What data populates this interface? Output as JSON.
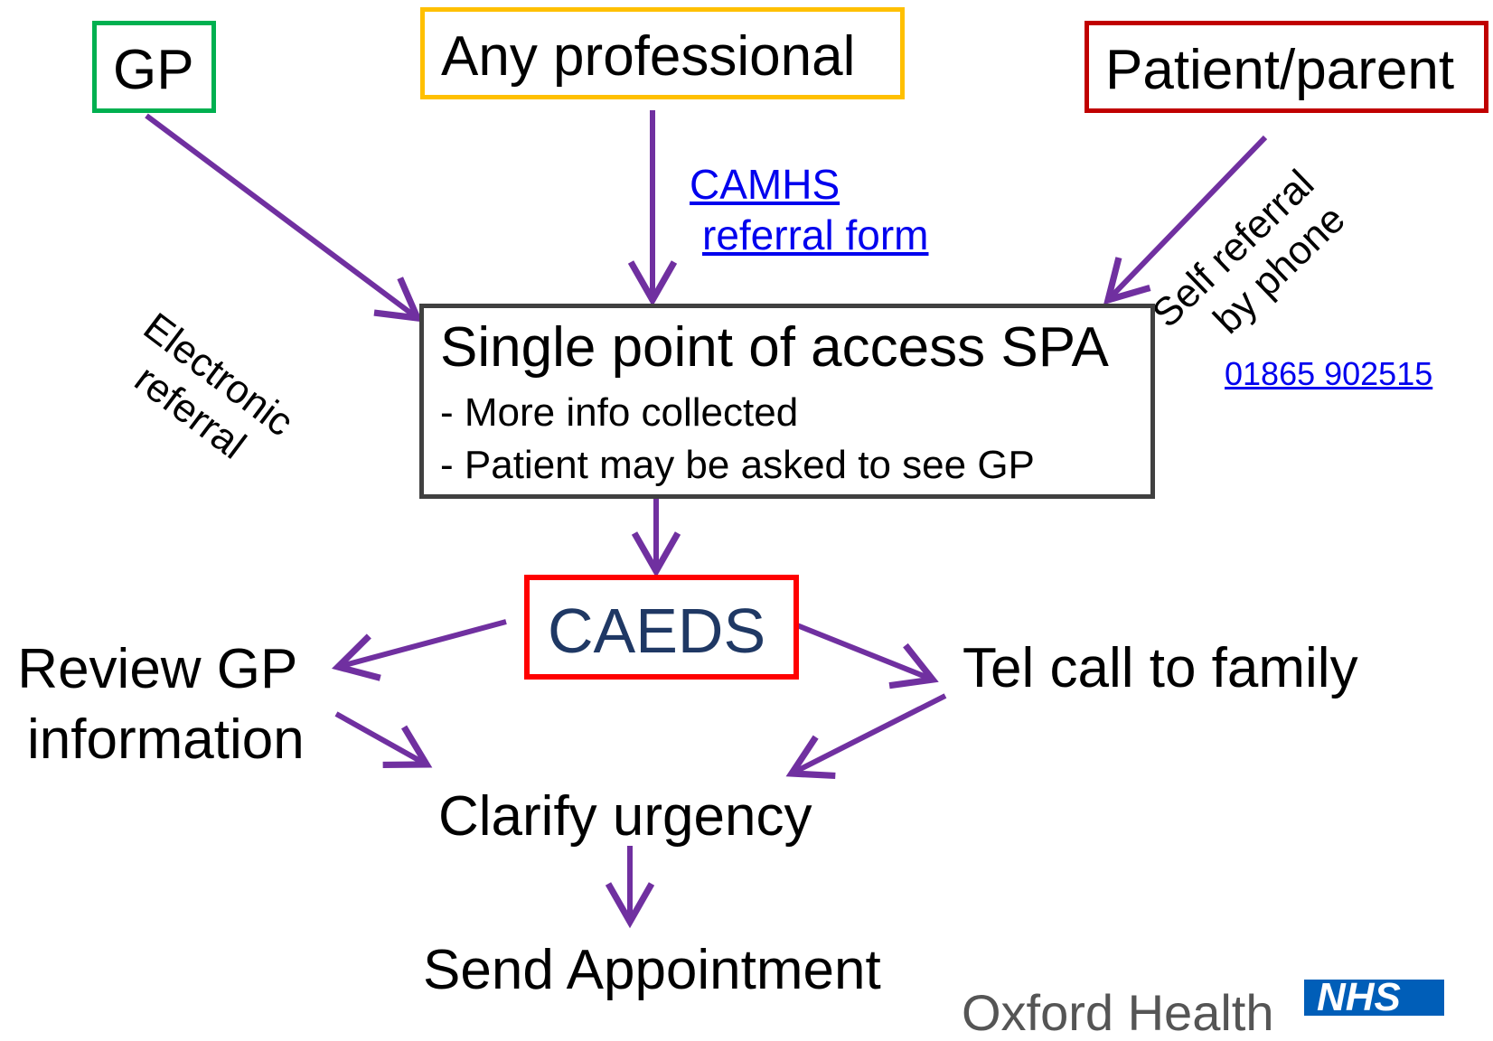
{
  "sources": {
    "gp": "GP",
    "any_professional": "Any professional",
    "patient_parent": "Patient/parent"
  },
  "edge_labels": {
    "electronic_referral_1": "Electronic",
    "electronic_referral_2": "referral",
    "camhs_link_1": "CAMHS",
    "camhs_link_2": "referral form",
    "self_referral_1": "Self referral",
    "self_referral_2": "by phone",
    "phone_number": "01865 902515"
  },
  "spa": {
    "title": "Single point of access SPA",
    "line1": "- More info collected",
    "line2": "- Patient may be asked to see GP"
  },
  "caeds": "CAEDS",
  "review_gp_1": "Review GP",
  "review_gp_2": "information",
  "tel_call": "Tel call to family",
  "clarify": "Clarify urgency",
  "send": "Send Appointment",
  "footer": {
    "org_text": "Oxford Health",
    "nhs_logo_text": "NHS"
  },
  "colors": {
    "arrow": "#7030a0",
    "gp_border": "#00b050",
    "professional_border": "#ffc000",
    "patient_border": "#c00000",
    "spa_border": "#404040",
    "caeds_border": "#ff0000",
    "caeds_text": "#1f3864",
    "link": "#0000ee",
    "nhs_blue": "#005eb8"
  }
}
